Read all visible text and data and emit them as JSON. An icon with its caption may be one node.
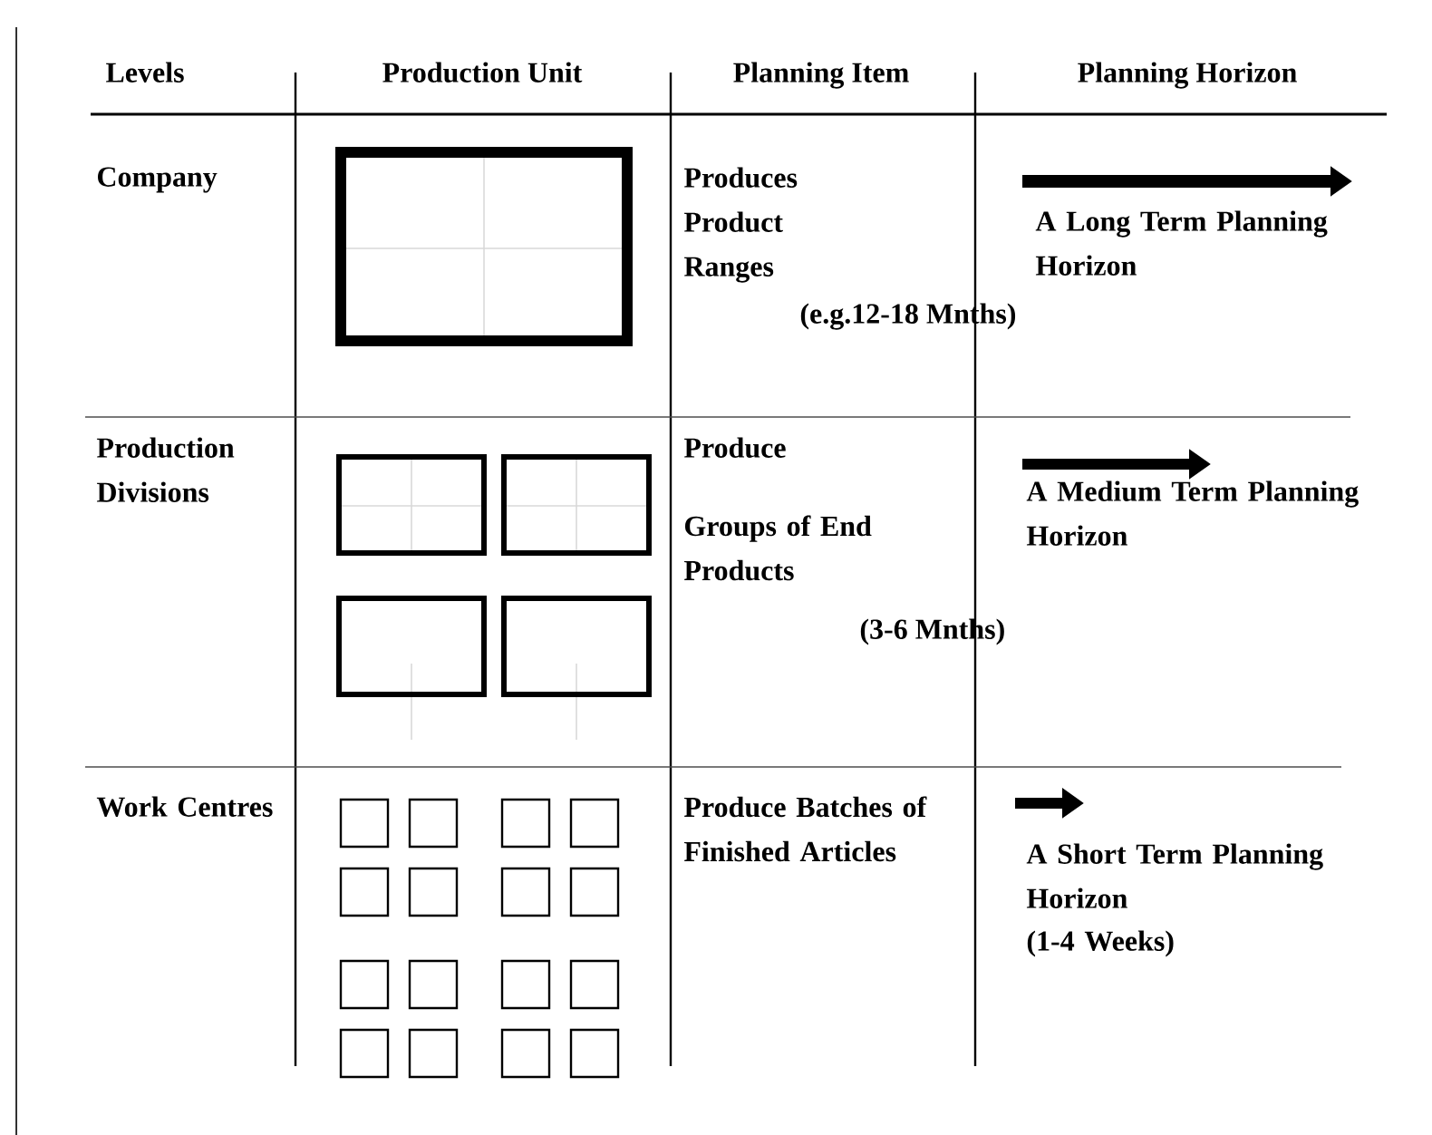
{
  "diagram": {
    "labels": [
      "Levels",
      "Production Unit",
      "Planning Item",
      "Planning Horizon",
      "Company",
      "Produces Product Ranges",
      "(e.g.12-18 Mnths)",
      "A Long Term Planning Horizon",
      "Production Divisions",
      "Produce",
      "Groups of End Products",
      "(3-6 Mnths)",
      "A Medium Term Planning Horizon",
      "Work Centres",
      "Produce Batches of Finished Articles",
      "A Short Term Planning Horizon",
      "(1-4 Weeks)"
    ]
  }
}
